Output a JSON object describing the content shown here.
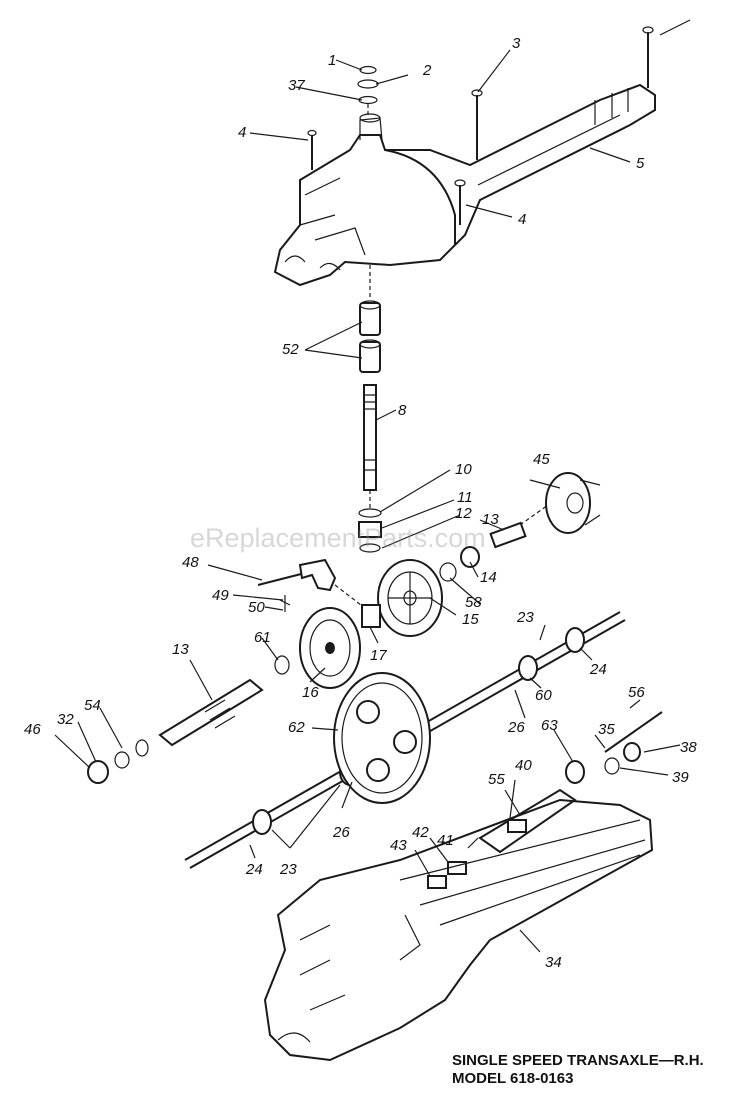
{
  "diagram": {
    "watermark": "eReplacementParts.com",
    "caption_line1": "SINGLE SPEED TRANSAXLE—R.H.",
    "caption_line2": "MODEL 618-0163",
    "callouts": [
      "1",
      "2",
      "3",
      "37",
      "4",
      "5",
      "4",
      "52",
      "8",
      "10",
      "45",
      "11",
      "12",
      "13",
      "48",
      "49",
      "50",
      "14",
      "58",
      "15",
      "23",
      "61",
      "17",
      "13",
      "16",
      "24",
      "60",
      "54",
      "32",
      "46",
      "62",
      "26",
      "56",
      "63",
      "35",
      "38",
      "40",
      "39",
      "55",
      "41",
      "26",
      "42",
      "43",
      "24",
      "23",
      "34"
    ]
  }
}
